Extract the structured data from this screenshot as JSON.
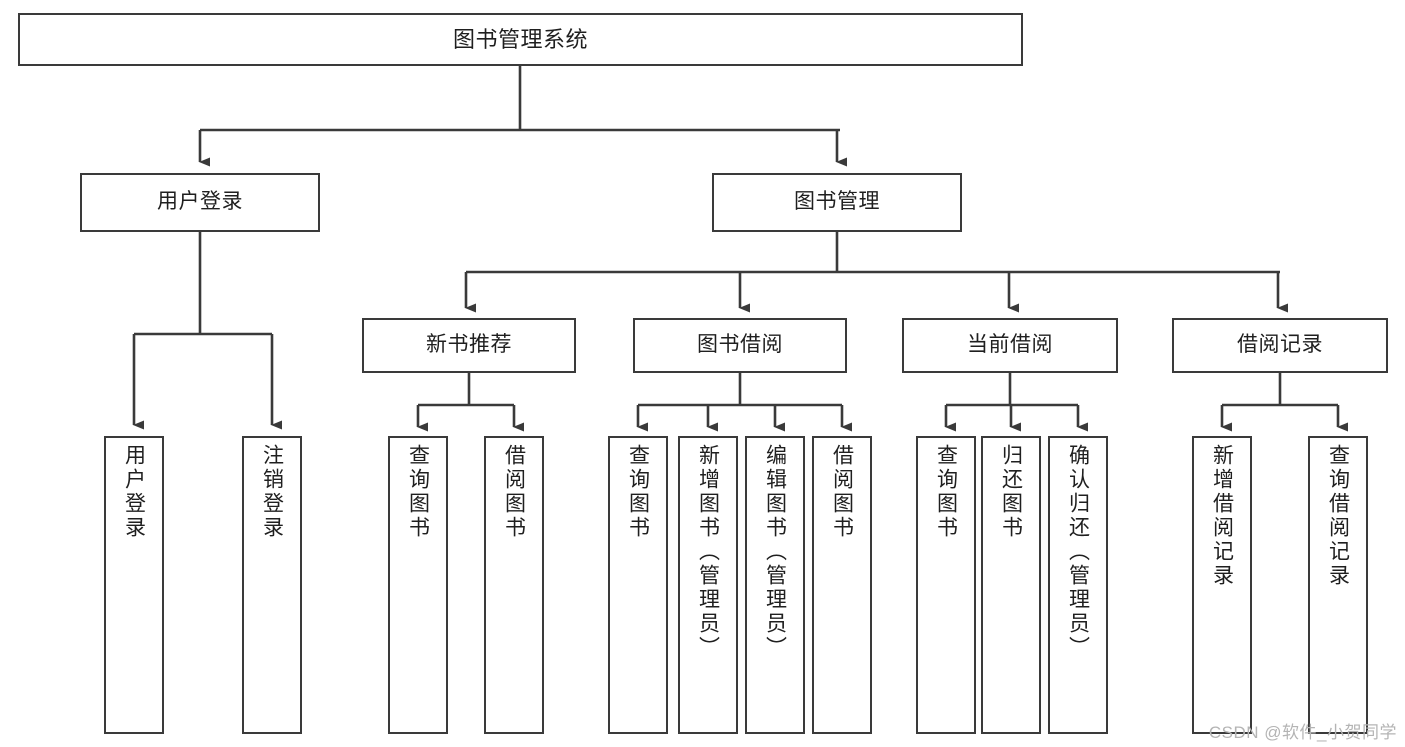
{
  "diagram": {
    "type": "tree-hierarchy",
    "title": "图书管理系统",
    "watermark": "CSDN @软件_小贺同学",
    "colors": {
      "stroke": "#3a3a3a",
      "fill": "#ffffff",
      "text": "#1f1f1f",
      "watermark": "#b4b4b4"
    },
    "nodes": {
      "root": {
        "label": "图书管理系统"
      },
      "level2": [
        {
          "label": "用户登录"
        },
        {
          "label": "图书管理"
        }
      ],
      "level3": [
        {
          "label": "新书推荐"
        },
        {
          "label": "图书借阅"
        },
        {
          "label": "当前借阅"
        },
        {
          "label": "借阅记录"
        }
      ],
      "leaves": {
        "user_login": [
          {
            "label": "用户登录"
          },
          {
            "label": "注销登录"
          }
        ],
        "new_book": [
          {
            "label": "查询图书"
          },
          {
            "label": "借阅图书"
          }
        ],
        "book_borrow": [
          {
            "label": "查询图书"
          },
          {
            "label": "新增图书（管理员）"
          },
          {
            "label": "编辑图书（管理员）"
          },
          {
            "label": "借阅图书"
          }
        ],
        "current_borrow": [
          {
            "label": "查询图书"
          },
          {
            "label": "归还图书"
          },
          {
            "label": "确认归还（管理员）"
          }
        ],
        "borrow_record": [
          {
            "label": "新增借阅记录"
          },
          {
            "label": "查询借阅记录"
          }
        ]
      }
    }
  }
}
